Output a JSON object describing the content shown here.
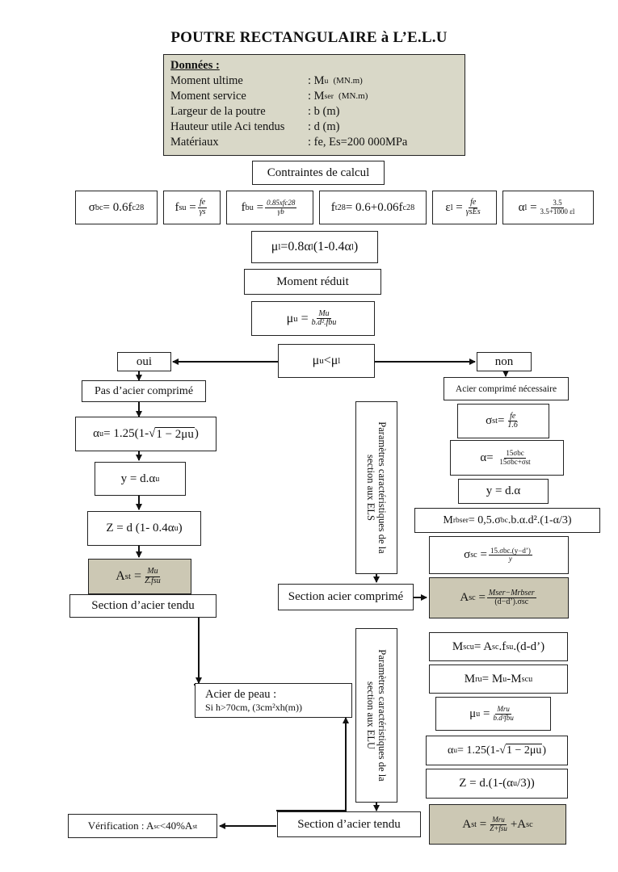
{
  "title": "POUTRE RECTANGULAIRE à L’E.L.U",
  "donnees": {
    "header": "Données :",
    "rows": [
      {
        "label": "Moment ultime",
        "sym": ": M",
        "sub": "u",
        "unit": "(MN.m)"
      },
      {
        "label": "Moment service",
        "sym": ": M",
        "sub": "ser",
        "unit": "(MN.m)"
      },
      {
        "label": "Largeur de la poutre",
        "value": ": b (m)"
      },
      {
        "label": "Hauteur utile Aci tendus",
        "value": ": d (m)"
      },
      {
        "label": "Matériaux",
        "value": ": fe, Es=200 000MPa"
      }
    ]
  },
  "contraintes": {
    "label": "Contraintes de calcul",
    "sigma_bc": {
      "lhs": "σ",
      "lhs_sub": "bc",
      "rhs": "= 0.6f",
      "rhs_sub": "c28"
    },
    "f_su": {
      "lhs": "f",
      "lhs_sub": "su",
      "num": "fe",
      "den": "γs"
    },
    "f_bu": {
      "lhs": "f",
      "lhs_sub": "bu",
      "num": "0.85xfc28",
      "den": "γb"
    },
    "f_t28": {
      "lhs": "f",
      "lhs_sub": "t28",
      "rhs": "= 0.6+0.06f",
      "rhs_sub": "c28"
    },
    "eps_l": {
      "lhs": "ε",
      "lhs_sub": "l",
      "num": "fe",
      "den": "γsEs"
    },
    "alpha_l": {
      "lhs": "α",
      "lhs_sub": "l",
      "num": "3.5",
      "den": "3.5+1000 εl"
    }
  },
  "mu_l": {
    "a": "μ",
    "a_sub": "l",
    "b": " =0.8α",
    "b_sub": "l",
    "c": " (1-0.4α",
    "c_sub": "l",
    "d": ")"
  },
  "moment_reduit": "Moment réduit",
  "mu_u": {
    "lhs": "μ",
    "lhs_sub": "u",
    "num": "Mu",
    "den": "b.d².fbu"
  },
  "decision": {
    "a": "μ",
    "a_sub": "u",
    "b": "<μ",
    "b_sub": "l"
  },
  "oui": "oui",
  "non": "non",
  "left": {
    "pas_acier": "Pas d’acier comprimé",
    "alpha_u": {
      "a": "α",
      "a_sub": "u",
      "b": "= 1.25(1-",
      "sqrt": "1 − 2μu",
      "c": ")"
    },
    "y": {
      "a": "y = d.α",
      "a_sub": "u"
    },
    "z": {
      "a": "Z = d (1- 0.4α",
      "a_sub": "u",
      "b": ")"
    },
    "ast": {
      "lhs": "A",
      "lhs_sub": "st",
      "num": "Mu",
      "den": "Z.fsu"
    },
    "section_tendu": "Section d’acier tendu"
  },
  "params_els": "Paramètres caractéristiques de la section aux ELS",
  "params_elu": "Paramètres caractéristiques de la section aux ELU",
  "right": {
    "acier_necessaire": "Acier comprimé nécessaire",
    "sigma_st": {
      "lhs": "σ",
      "lhs_sub": "st",
      "num": "fe",
      "den": "1.6"
    },
    "alpha": {
      "lhs": "α=",
      "num": "15σbc",
      "den": "15σbc+σst"
    },
    "y": "y = d.α",
    "mrbser": {
      "a": "M",
      "a_sub": "rbser",
      "b": " = 0,5.σ",
      "b_sub": "bc",
      "c": ".b.α.d².(1-α/3)"
    },
    "sigma_sc": {
      "lhs": "σ",
      "lhs_sub": "sc",
      "num": "15.σbc.(y−d’)",
      "den": "y"
    },
    "asc": {
      "lhs": "A",
      "lhs_sub": "sc",
      "num": "Mser−Mrbser",
      "den": "(d−d’).σsc"
    },
    "mscu": {
      "a": "M",
      "a_sub": "scu",
      "b": " = A",
      "b_sub": "sc",
      "c": ".f",
      "c_sub": "su",
      "d": ".(d-d’)"
    },
    "mru": {
      "a": "M",
      "a_sub": "ru",
      "b": " = M",
      "b_sub": "u",
      "c": "-M",
      "c_sub": "scu"
    },
    "mu_u2": {
      "lhs": "μ",
      "lhs_sub": "u",
      "num": "Mru",
      "den": "b.d²fbu"
    },
    "alpha_u2": {
      "a": "α",
      "a_sub": "u",
      "b": "= 1.25(1-",
      "sqrt": "1 − 2μu",
      "c": ")"
    },
    "z2": {
      "a": "Z = d.(1-(α",
      "a_sub": "u",
      "b": "/3))"
    },
    "ast2": {
      "lhs": "A",
      "lhs_sub": "st",
      "num": "Mru",
      "den": "Z+fsu",
      "tail": "+A",
      "tail_sub": "sc"
    }
  },
  "section_comprime": "Section acier comprimé",
  "acier_peau": {
    "line1": "Acier de peau :",
    "line2": "Si h>70cm, (3cm²xh(m))"
  },
  "section_tendu2": "Section d’acier tendu",
  "verification": {
    "a": "Vérification : A",
    "a_sub": "sc",
    "b": " <40%A",
    "b_sub": "st"
  }
}
